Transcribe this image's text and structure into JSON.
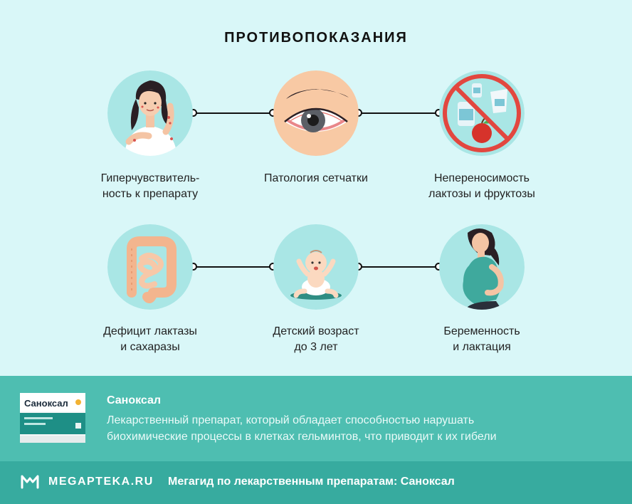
{
  "title": "ПРОТИВОПОКАЗАНИЯ",
  "items": [
    {
      "icon": "allergic-woman-icon",
      "lines": [
        "Гиперчувствитель-",
        "ность к препарату"
      ]
    },
    {
      "icon": "red-eye-icon",
      "lines": [
        "Патология сетчатки"
      ]
    },
    {
      "icon": "no-dairy-fruit-icon",
      "lines": [
        "Непереносимость",
        "лактозы и фруктозы"
      ]
    },
    {
      "icon": "intestines-icon",
      "lines": [
        "Дефицит лактазы",
        "и сахаразы"
      ]
    },
    {
      "icon": "baby-icon",
      "lines": [
        "Детский возраст",
        "до 3 лет"
      ]
    },
    {
      "icon": "pregnant-woman-icon",
      "lines": [
        "Беременность",
        "и лактация"
      ]
    }
  ],
  "product": {
    "box_label": "Саноксал",
    "name": "Саноксал",
    "description_lines": [
      "Лекарственный препарат, который обладает способностью нарушать",
      "биохимические процессы в клетках гельминтов, что приводит к их гибели"
    ]
  },
  "footer": {
    "logo": "MEGAPTEKA.RU",
    "caption": "Мегагид по лекарственным препаратам: Саноксал"
  },
  "colors": {
    "background": "#d9f7f8",
    "circle": "#a9e6e5",
    "band": "#4ebeb1",
    "footer": "#37ab9f"
  }
}
